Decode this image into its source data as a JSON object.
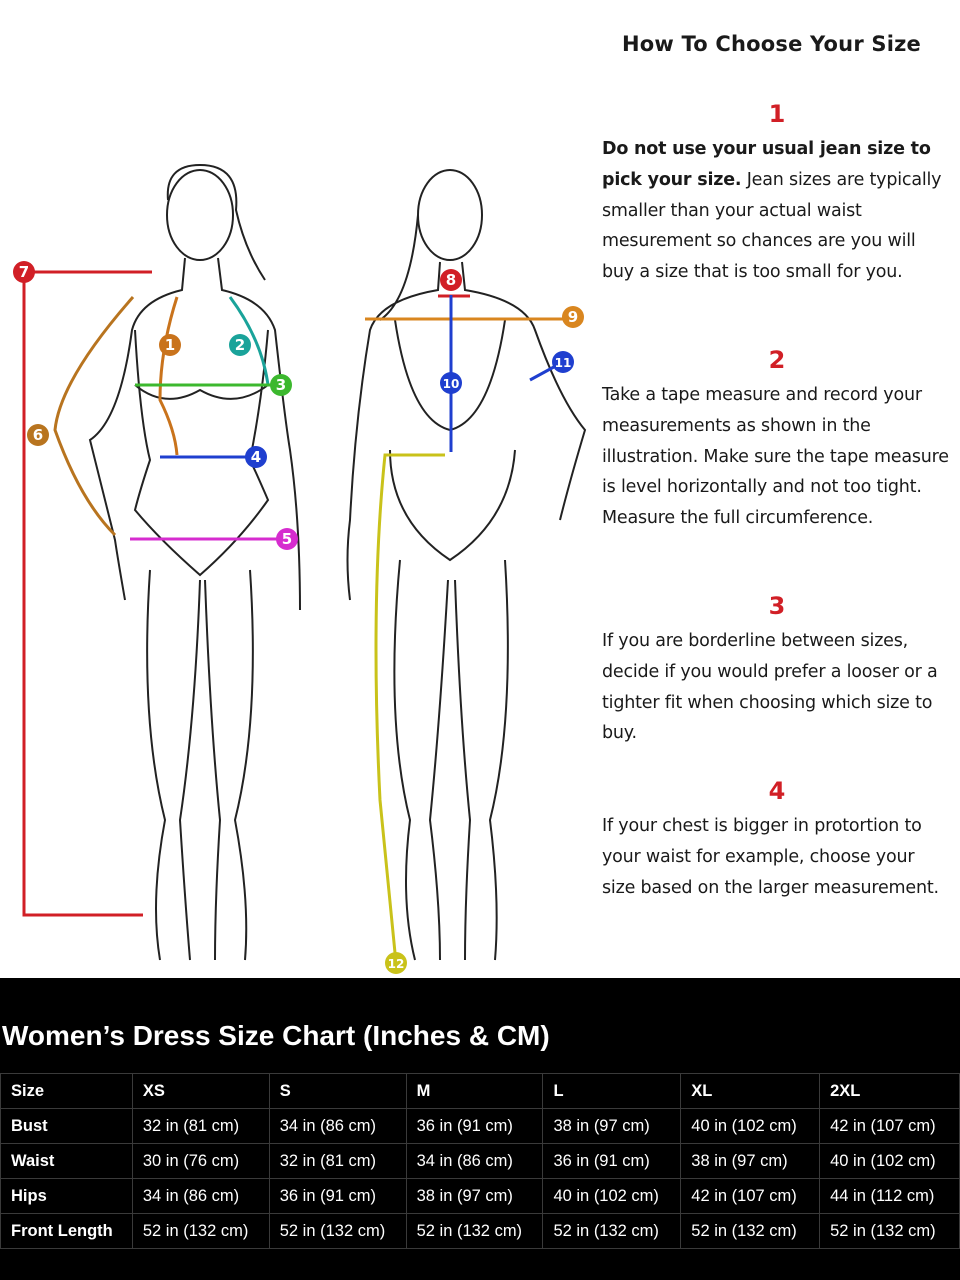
{
  "guide": {
    "title": "How To Choose Your Size",
    "steps": [
      {
        "num": "1",
        "bold": "Do not use your usual jean size to pick your size.",
        "text": " Jean sizes are typically smaller than your actual waist mesurement so chances are you will buy a size that is too small for you."
      },
      {
        "num": "2",
        "bold": "",
        "text": "Take a tape measure and record your measurements as shown in the illustration. Make sure the tape measure is level horizontally and not too tight. Measure the full circumference."
      },
      {
        "num": "3",
        "bold": "",
        "text": "If you are borderline between sizes, decide if you would prefer a looser or a tighter fit when choosing which size to buy."
      },
      {
        "num": "4",
        "bold": "",
        "text": "If your chest is bigger in protortion to your waist for example, choose your size based on the larger measurement."
      }
    ]
  },
  "markers": [
    {
      "label": "1",
      "color": "#c9731c"
    },
    {
      "label": "2",
      "color": "#1aa39a"
    },
    {
      "label": "3",
      "color": "#3cb82e"
    },
    {
      "label": "4",
      "color": "#1f3fcf"
    },
    {
      "label": "5",
      "color": "#d62ccf"
    },
    {
      "label": "6",
      "color": "#b8741f"
    },
    {
      "label": "7",
      "color": "#d11f26"
    },
    {
      "label": "8",
      "color": "#d11f26"
    },
    {
      "label": "9",
      "color": "#d9861f"
    },
    {
      "label": "10",
      "color": "#1f3fcf"
    },
    {
      "label": "11",
      "color": "#1f3fcf"
    },
    {
      "label": "12",
      "color": "#c9c21a"
    }
  ],
  "chart": {
    "title": "Women’s Dress Size Chart (Inches & CM)",
    "header": [
      "Size",
      "XS",
      "S",
      "M",
      "L",
      "XL",
      "2XL"
    ],
    "rows": [
      [
        "Bust",
        "32 in (81 cm)",
        "34 in (86 cm)",
        "36 in (91 cm)",
        "38 in (97 cm)",
        "40 in (102 cm)",
        "42 in (107 cm)"
      ],
      [
        "Waist",
        "30 in (76 cm)",
        "32 in (81 cm)",
        "34 in (86 cm)",
        "36 in (91 cm)",
        "38 in (97 cm)",
        "40 in (102 cm)"
      ],
      [
        "Hips",
        "34 in (86 cm)",
        "36 in (91 cm)",
        "38 in (97 cm)",
        "40 in (102 cm)",
        "42 in (107 cm)",
        "44 in (112 cm)"
      ],
      [
        "Front Length",
        "52 in (132 cm)",
        "52 in (132 cm)",
        "52 in (132 cm)",
        "52 in (132 cm)",
        "52 in (132 cm)",
        "52 in (132 cm)"
      ]
    ]
  }
}
